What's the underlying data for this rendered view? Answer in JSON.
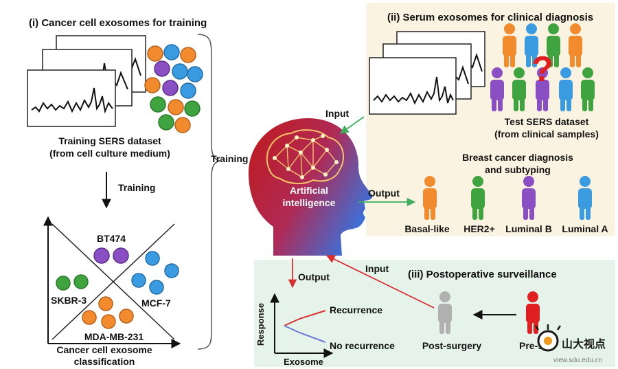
{
  "panel_i": {
    "title": "(i) Cancer cell exosomes for training",
    "dataset_line1": "Training SERS dataset",
    "dataset_line2": "(from cell culture medium)",
    "training_label": "Training",
    "classes": {
      "top": "BT474",
      "left": "SKBR-3",
      "right": "MCF-7",
      "bottom": "MDA-MB-231"
    },
    "caption_line1": "Cancer cell exosome",
    "caption_line2": "classification"
  },
  "center": {
    "training_label": "Training",
    "ai_line1": "Artificial",
    "ai_line2": "intelligence",
    "input_label": "Input",
    "output_label": "Output"
  },
  "panel_ii": {
    "title": "(ii) Serum exosomes for clinical diagnosis",
    "question_mark": "?",
    "dataset_line1": "Test SERS dataset",
    "dataset_line2": "(from clinical samples)",
    "diagnosis_line1": "Breast cancer diagnosis",
    "diagnosis_line2": "and subtyping",
    "subtypes": [
      "Basal-like",
      "HER2+",
      "Luminal B",
      "Luminal A"
    ]
  },
  "panel_iii": {
    "title": "(iii) Postoperative surveillance",
    "input_label": "Input",
    "output_label": "Output",
    "y_axis": "Response",
    "x_axis": "Exosome",
    "recurrence": "Recurrence",
    "no_recurrence": "No recurrence",
    "post_surgery": "Post-surgery",
    "pre_surgery": "Pre-su"
  },
  "watermark": {
    "cn": "山大视点",
    "url": "view.sdu.edu.cn"
  },
  "colors": {
    "orange": "#f28a2e",
    "blue": "#3b9be0",
    "green": "#3fa33f",
    "purple": "#8a4fc2",
    "red": "#e02020",
    "grey": "#b0b0b0",
    "panel_ii_bg": "#fbf3e2",
    "panel_iii_bg": "#e5f3ea"
  }
}
